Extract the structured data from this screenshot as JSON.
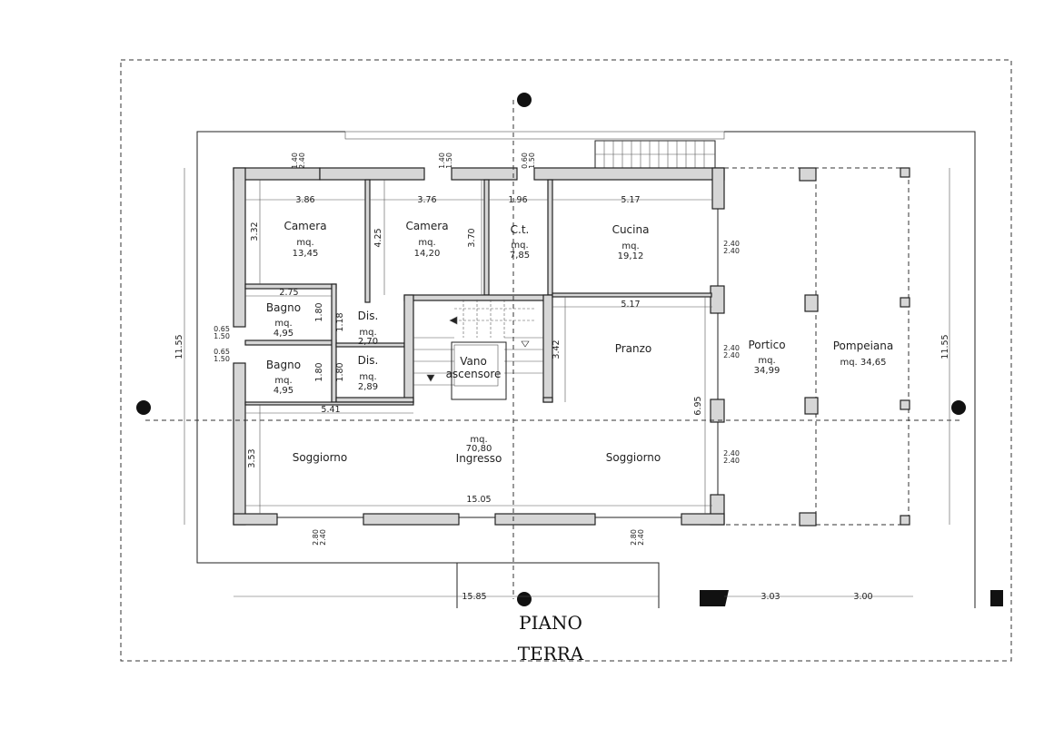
{
  "title": {
    "line1": "PIANO",
    "line2": "TERRA"
  },
  "rooms": [
    {
      "name": "Camera",
      "area_label": "mq.",
      "area": "13,45"
    },
    {
      "name": "Camera",
      "area_label": "mq.",
      "area": "14,20"
    },
    {
      "name": "C.t.",
      "area_label": "mq.",
      "area": "7,85"
    },
    {
      "name": "Cucina",
      "area_label": "mq.",
      "area": "19,12"
    },
    {
      "name": "Bagno",
      "area_label": "mq.",
      "area": "4,95"
    },
    {
      "name": "Bagno",
      "area_label": "mq.",
      "area": "4,95"
    },
    {
      "name": "Dis.",
      "area_label": "mq.",
      "area": "2,70"
    },
    {
      "name": "Dis.",
      "area_label": "mq.",
      "area": "2,89"
    },
    {
      "name": "Pranzo"
    },
    {
      "name": "Vano",
      "name2": "ascensore"
    },
    {
      "name": "Portico",
      "area_label": "mq.",
      "area": "34,99"
    },
    {
      "name": "Pompeiana",
      "area": "mq.  34,65"
    },
    {
      "name": "Ingresso",
      "area_label": "mq.",
      "area": "70,80"
    },
    {
      "name": "Soggiorno"
    },
    {
      "name": "Soggiorno"
    }
  ],
  "dimensions": {
    "w_camera1": "3.86",
    "w_camera2": "3.76",
    "w_ct": "1.96",
    "w_cucina": "5.17",
    "w_pranzo": "5.17",
    "w_bagno": "2.75",
    "w_541": "5.41",
    "w_1505": "15.05",
    "h_camera1": "3.32",
    "h_camera2": "4.25",
    "h_370": "3.70",
    "h_bagno1": "1.80",
    "h_bagno2": "1.80",
    "h_dis1": "1.18",
    "h_dis2": "1.80",
    "h_pranzo": "3.42",
    "h_695": "6.95",
    "h_sogg": "3.53",
    "h_total_left": "11.55",
    "h_total_right": "11.55",
    "bottom_1585": "15.85",
    "bottom_303": "3.03",
    "bottom_300": "3.00",
    "win_top1": [
      "1.40",
      "2.40"
    ],
    "win_top2": [
      "1.40",
      "1.50"
    ],
    "win_top3": [
      "0.60",
      "1.50"
    ],
    "win_left1": [
      "0.65",
      "1.50"
    ],
    "win_left2": [
      "0.65",
      "1.50"
    ],
    "win_right1": [
      "2.40",
      "2.40"
    ],
    "win_right2": [
      "2.40",
      "2.40"
    ],
    "win_right3": [
      "2.40",
      "2.40"
    ],
    "win_bot1": [
      "2.80",
      "2.40"
    ],
    "win_bot2": [
      "2.80",
      "2.40"
    ]
  }
}
